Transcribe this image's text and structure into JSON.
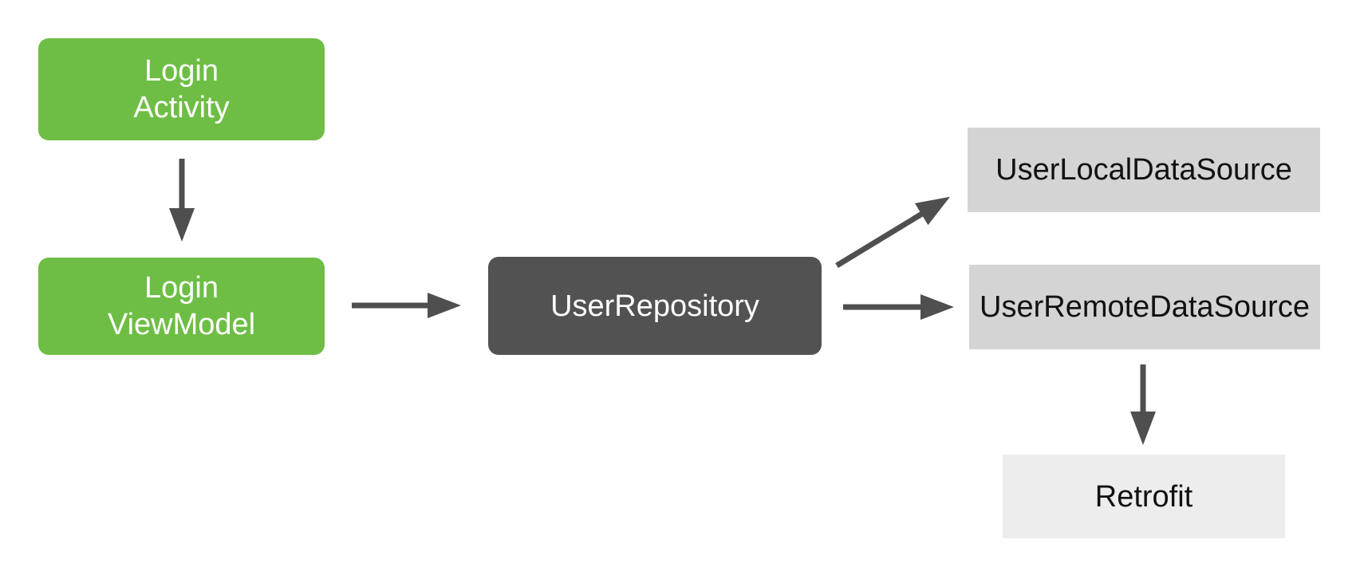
{
  "diagram": {
    "arrow_color": "#4F4F4F",
    "background": "#FFFFFF",
    "nodes": {
      "login_activity": {
        "lines": [
          "Login",
          "Activity"
        ],
        "bg": "#6EBE45",
        "text_color": "#FFFFFF"
      },
      "login_viewmodel": {
        "lines": [
          "Login",
          "ViewModel"
        ],
        "bg": "#6EBE45",
        "text_color": "#FFFFFF"
      },
      "user_repository": {
        "label": "UserRepository",
        "bg": "#525252",
        "text_color": "#FFFFFF"
      },
      "user_local_datasource": {
        "label": "UserLocalDataSource",
        "bg": "#D4D4D4",
        "text_color": "#111111"
      },
      "user_remote_datasource": {
        "label": "UserRemoteDataSource",
        "bg": "#D4D4D4",
        "text_color": "#111111"
      },
      "retrofit": {
        "label": "Retrofit",
        "bg": "#EDEDED",
        "text_color": "#111111"
      }
    },
    "edges": [
      {
        "from": "login_activity",
        "to": "login_viewmodel"
      },
      {
        "from": "login_viewmodel",
        "to": "user_repository"
      },
      {
        "from": "user_repository",
        "to": "user_local_datasource"
      },
      {
        "from": "user_repository",
        "to": "user_remote_datasource"
      },
      {
        "from": "user_remote_datasource",
        "to": "retrofit"
      }
    ]
  }
}
